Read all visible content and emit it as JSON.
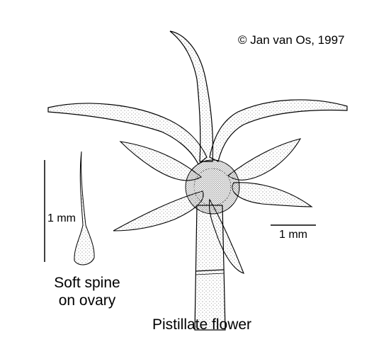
{
  "figure": {
    "copyright": "© Jan van Os, 1997",
    "scale_left": "1 mm",
    "scale_right": "1 mm",
    "inset_caption_line1": "Soft spine",
    "inset_caption_line2": "on ovary",
    "main_caption": "Pistillate flower"
  },
  "colors": {
    "ink": "#000000",
    "paper": "#ffffff",
    "stipple": "#555555"
  }
}
